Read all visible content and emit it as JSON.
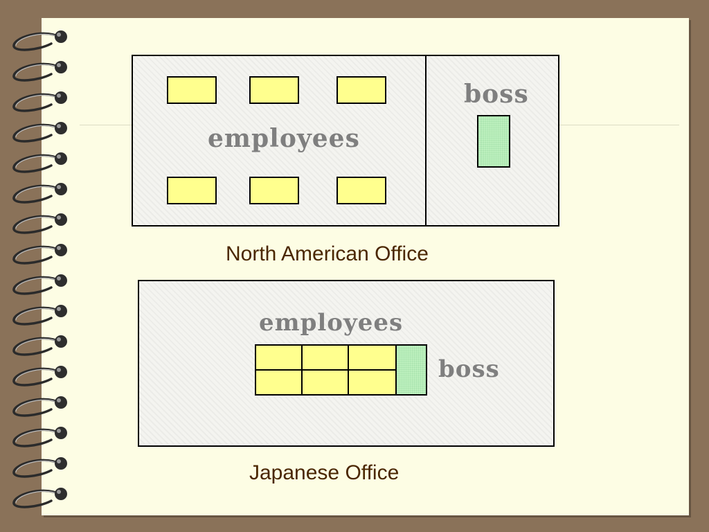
{
  "north_american_office": {
    "employees_label": "employees",
    "boss_label": "boss",
    "caption": "North American Office"
  },
  "japanese_office": {
    "employees_label": "employees",
    "boss_label": "boss",
    "caption": "Japanese Office"
  },
  "colors": {
    "background": "#8a7259",
    "page": "#fdfde4",
    "employee_desk": "#ffff8e",
    "boss_desk": "#bdf0be",
    "caption_text": "#4a2600",
    "label_text": "#7f7f7f"
  }
}
